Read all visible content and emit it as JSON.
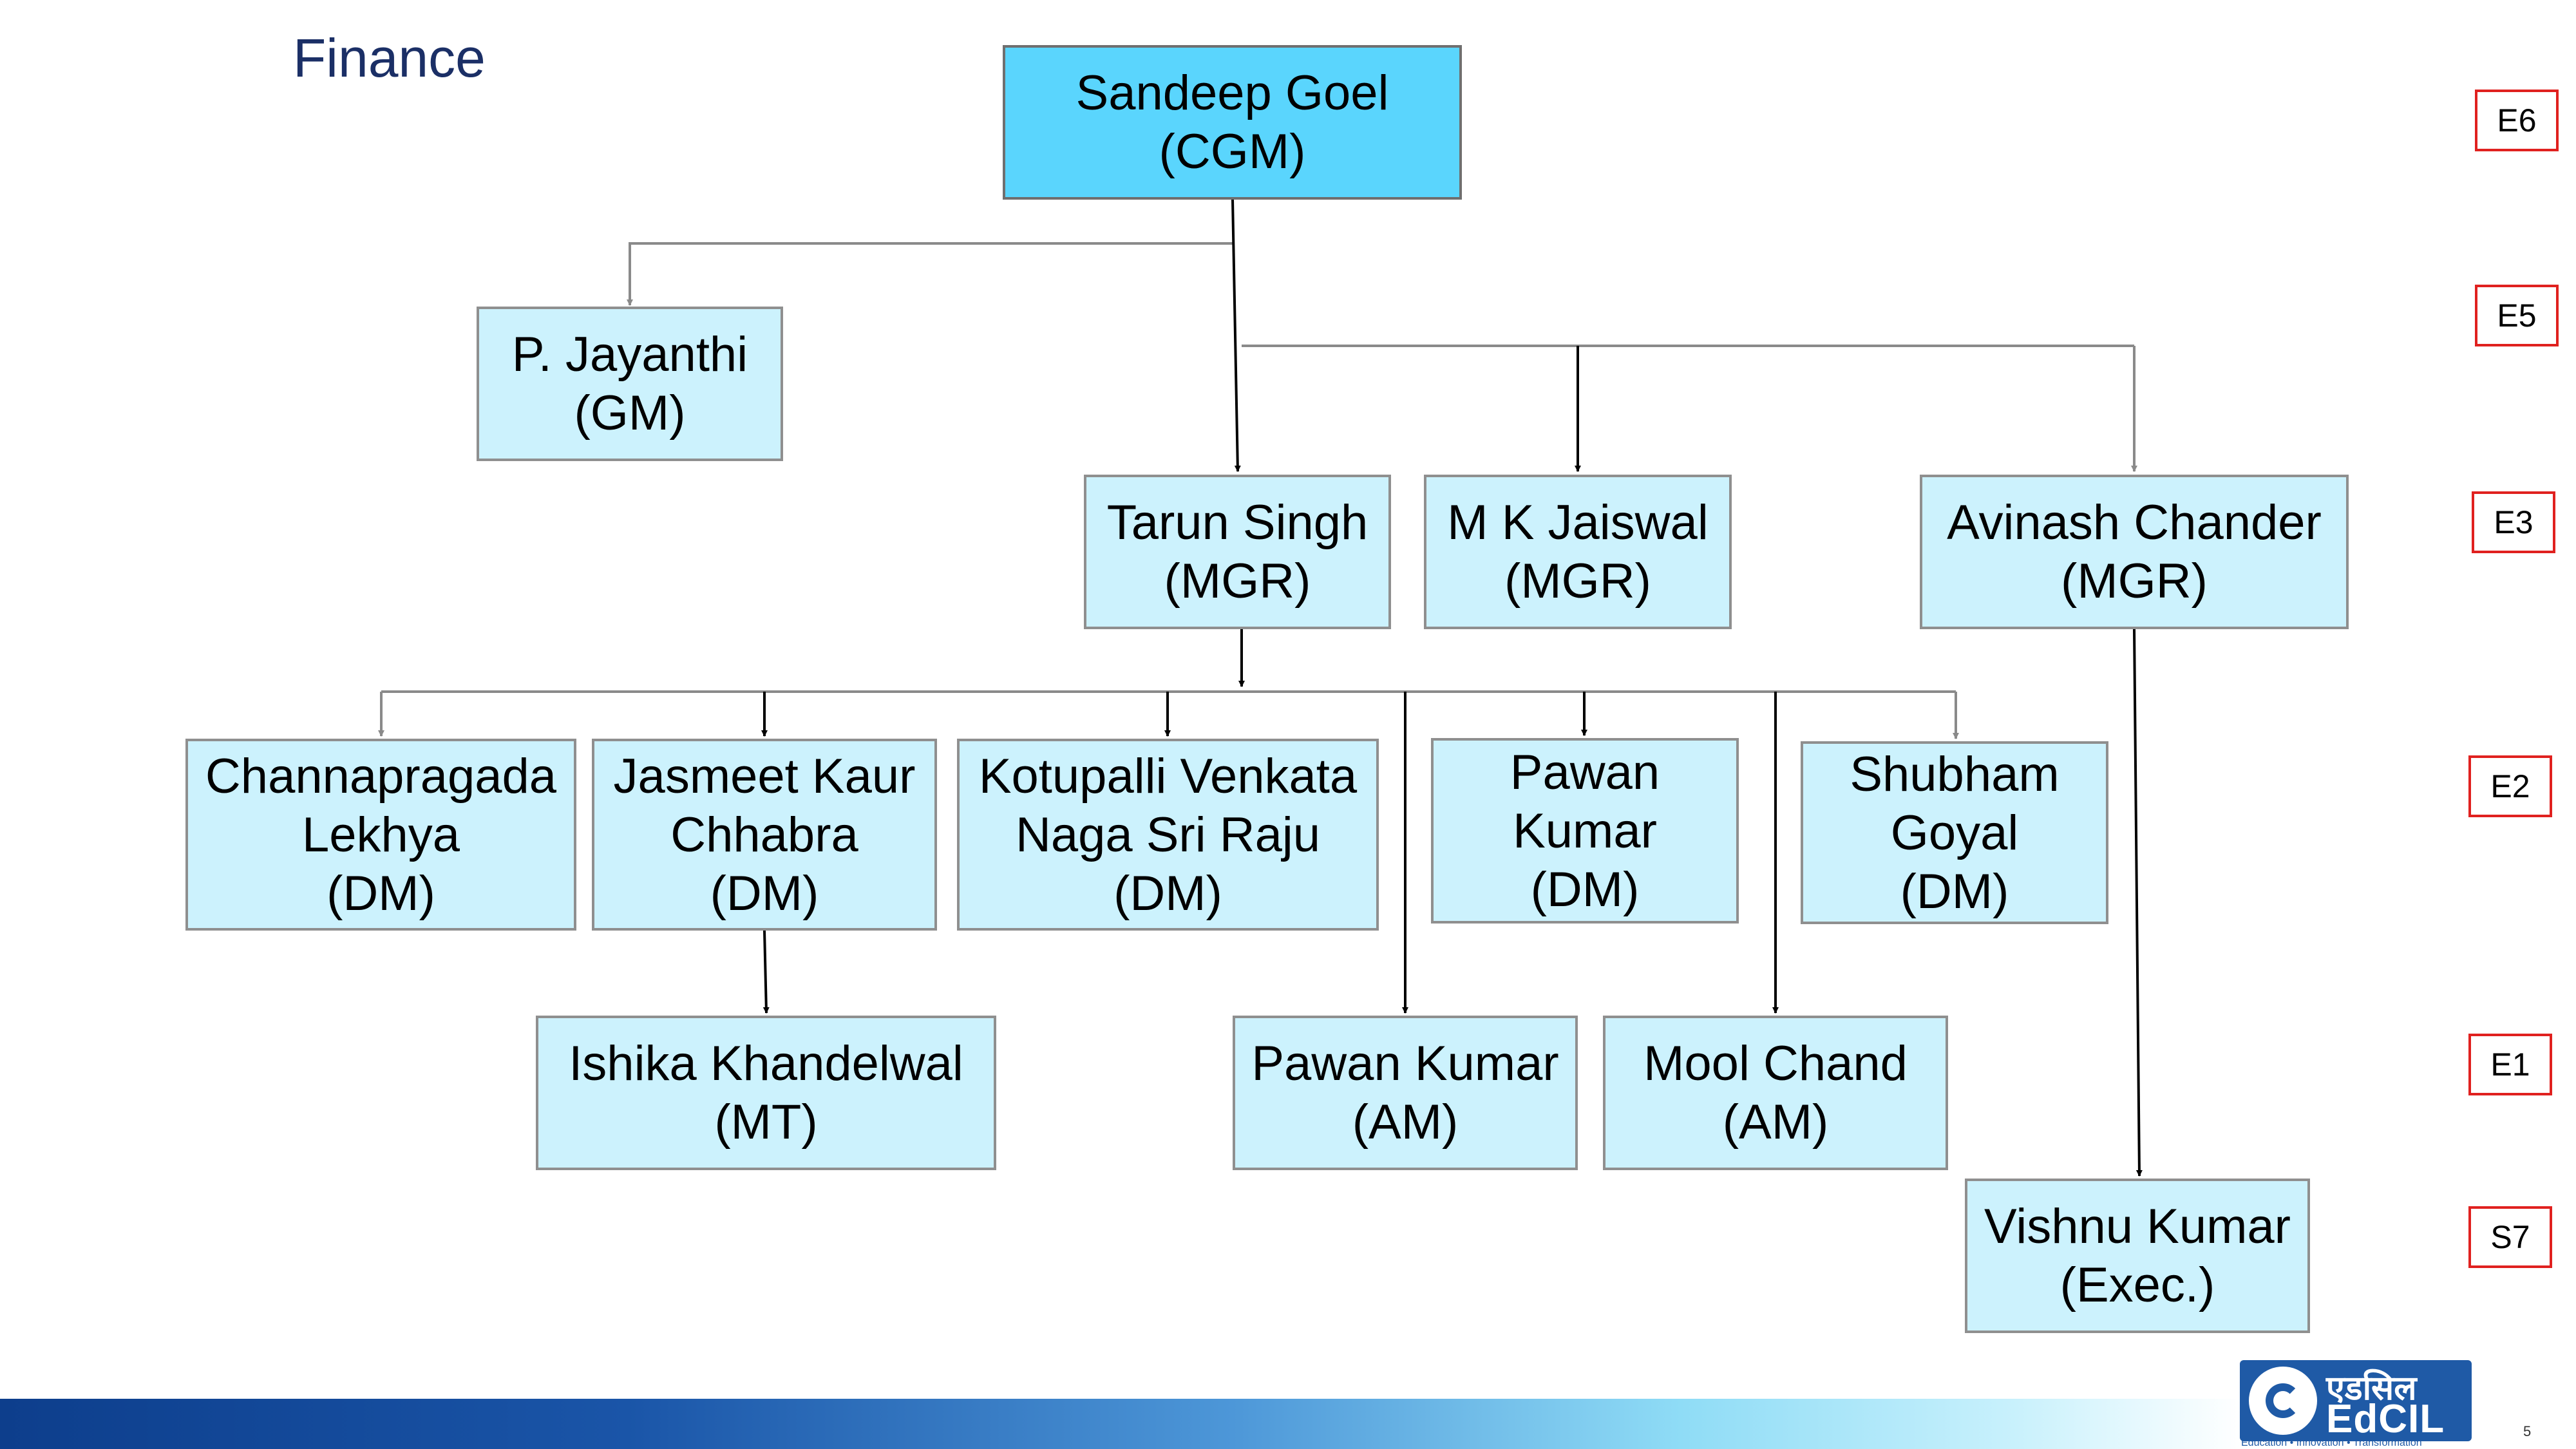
{
  "title": "Finance",
  "colors": {
    "box_fill": "#ccf2fd",
    "root_fill": "#5ad5fd",
    "box_border": "#8f8f8f",
    "grade_border": "#e0211f",
    "title_color": "#1b2f66",
    "logo_blue": "#1f5aa6"
  },
  "nodes": {
    "goel": {
      "lines": [
        "Sandeep Goel",
        "(CGM)"
      ]
    },
    "jayanthi": {
      "lines": [
        "P. Jayanthi",
        "(GM)"
      ]
    },
    "tarun": {
      "lines": [
        "Tarun Singh",
        "(MGR)"
      ]
    },
    "jaiswal": {
      "lines": [
        "M K Jaiswal",
        "(MGR)"
      ]
    },
    "avinash": {
      "lines": [
        "Avinash Chander",
        "(MGR)"
      ]
    },
    "lekhya": {
      "lines": [
        "Channapragada",
        "Lekhya",
        "(DM)"
      ]
    },
    "jasmeet": {
      "lines": [
        "Jasmeet Kaur",
        "Chhabra",
        "(DM)"
      ]
    },
    "raju": {
      "lines": [
        "Kotupalli Venkata",
        "Naga Sri Raju",
        "(DM)"
      ]
    },
    "pawan_dm": {
      "lines": [
        "Pawan",
        "Kumar",
        "(DM)"
      ]
    },
    "shubham": {
      "lines": [
        "Shubham",
        "Goyal",
        "(DM)"
      ]
    },
    "ishika": {
      "lines": [
        "Ishika Khandelwal",
        "(MT)"
      ]
    },
    "pawan_am": {
      "lines": [
        "Pawan Kumar",
        "(AM)"
      ]
    },
    "mool": {
      "lines": [
        "Mool Chand",
        "(AM)"
      ]
    },
    "vishnu": {
      "lines": [
        "Vishnu Kumar",
        "(Exec.)"
      ]
    }
  },
  "grades": [
    "E6",
    "E5",
    "E3",
    "E2",
    "E1",
    "S7"
  ],
  "logo": {
    "hindi": "एडसिल",
    "name": "EdCIL",
    "tagline": "Education • Innovation • Transformation"
  },
  "page_number": "5"
}
